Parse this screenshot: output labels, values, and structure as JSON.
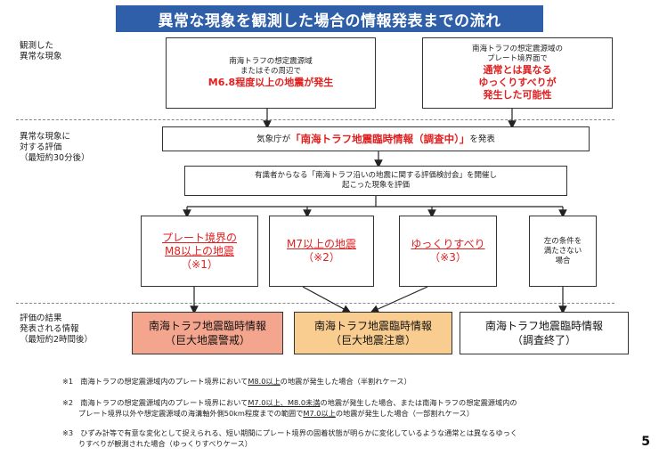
{
  "title": "異常な現象を観測した場合の情報発表までの流れ",
  "row_labels": {
    "observed": [
      "観測した",
      "異常な現象"
    ],
    "evaluation": [
      "異常な現象に",
      "対する評価",
      "（最短約30分後）"
    ],
    "result": [
      "評価の結果",
      "発表される情報",
      "（最短約2時間後）"
    ]
  },
  "top_left_box": {
    "line1": "南海トラフの想定震源域",
    "line2": "またはその周辺で",
    "line3": "M6.8程度以上の地震が発生"
  },
  "top_right_box": {
    "line1": "南海トラフの想定震源域の",
    "line2": "プレート境界面で",
    "line3": "通常とは異なる",
    "line4": "ゆっくりすべりが",
    "line5": "発生した可能性"
  },
  "jma_box": {
    "prefix": "気象庁が",
    "highlight": "「南海トラフ地震臨時情報（調査中）」",
    "suffix": "を発表"
  },
  "committee_box": {
    "line1": "有識者からなる「南海トラフ沿いの地震に関する評価検討会」を開催し",
    "line2": "起こった現象を評価"
  },
  "cases": [
    {
      "line1": "プレート境界の",
      "line2": "M8以上の地震",
      "line3": "（※1）"
    },
    {
      "line1": "M7以上の地震",
      "line2": "（※2）"
    },
    {
      "line1": "ゆっくりすべり",
      "line2": "（※3）"
    },
    {
      "line1": "左の条件を",
      "line2": "満たさない",
      "line3": "場合"
    }
  ],
  "results": [
    {
      "line1": "南海トラフ地震臨時情報",
      "line2": "（巨大地震警戒）",
      "bg": "#f4a58e"
    },
    {
      "line1": "南海トラフ地震臨時情報",
      "line2": "（巨大地震注意）",
      "bg": "#f9cd8f"
    },
    {
      "line1": "南海トラフ地震臨時情報",
      "line2": "（調査終了）",
      "bg": "#ffffff"
    }
  ],
  "notes": {
    "n1_pre": "※1　南海トラフの想定震源域内のプレート境界において",
    "n1_u": "M8.0以上",
    "n1_post": "の地震が発生した場合（半割れケース）",
    "n2_pre": "※2　南海トラフの想定震源域内のプレート境界において",
    "n2_u1": "M7.0以上、M8.0未満",
    "n2_mid": "の地震が発生した場合、または南海トラフの想定震源域内の",
    "n2_line2_pre": "プレート境界以外や想定震源域の海溝軸外側50km程度までの範囲で",
    "n2_u2": "M7.0以上",
    "n2_line2_post": "の地震が発生した場合（一部割れケース）",
    "n3_line1": "※3　ひずみ計等で有意な変化として捉えられる、短い期間にプレート境界の固着状態が明らかに変化しているような通常とは異なるゆっく",
    "n3_line2": "りすべりが観測された場合（ゆっくりすべりケース）"
  },
  "page_number": "5",
  "colors": {
    "title_bg": "#2f5fa9",
    "red_text": "#e02020",
    "warning_bg": "#f4a58e",
    "advisory_bg": "#f9cd8f"
  }
}
